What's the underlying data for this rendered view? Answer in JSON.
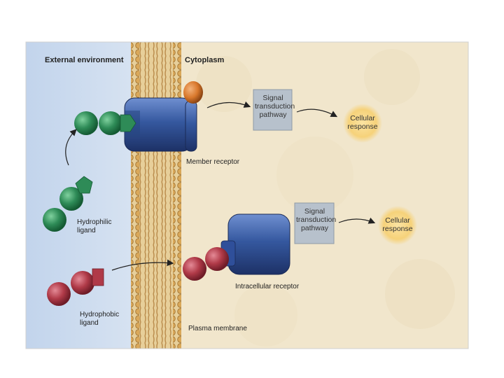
{
  "labels": {
    "external_environment": "External environment",
    "cytoplasm": "Cytoplasm",
    "membrane_receptor": "Member receptor",
    "hydrophilic_ligand": "Hydrophilic ligand",
    "hydrophobic_ligand": "Hydrophobic ligand",
    "intracellular_receptor": "Intracellular receptor",
    "plasma_membrane": "Plasma membrane",
    "signal_box_1": "Signal transduction pathway",
    "signal_box_2": "Signal transduction pathway",
    "response_1": "Cellular response",
    "response_2": "Cellular response"
  },
  "colors": {
    "external_bg": "#c9d9ee",
    "cytoplasm_bg": "#f1e6cc",
    "membrane_head": "#d9a85a",
    "membrane_tail": "#b88a4a",
    "receptor_blue": "#2f4f9a",
    "hydrophilic_green": "#2e8b57",
    "hydrophobic_red": "#b03a48",
    "accessory_orange": "#d9782c",
    "signal_box": "#b7c1cc",
    "response_glow": "#f6d27a"
  }
}
